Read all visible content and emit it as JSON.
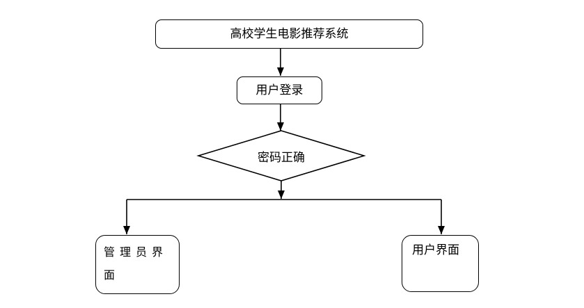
{
  "flowchart": {
    "nodes": {
      "system": {
        "label": "高校学生电影推荐系统",
        "shape": "rounded-rectangle"
      },
      "login": {
        "label": "用户登录",
        "shape": "rounded-rectangle"
      },
      "decision": {
        "label": "密码正确",
        "shape": "diamond"
      },
      "admin": {
        "label": "管理员界面",
        "shape": "rounded-rectangle"
      },
      "user": {
        "label": "用户界面",
        "shape": "rounded-rectangle"
      }
    },
    "edges": [
      {
        "from": "system",
        "to": "login"
      },
      {
        "from": "login",
        "to": "decision"
      },
      {
        "from": "decision",
        "to": "admin"
      },
      {
        "from": "decision",
        "to": "user"
      }
    ],
    "colors": {
      "stroke": "#000000",
      "fill": "#ffffff",
      "text": "#000000",
      "background": "#ffffff"
    }
  }
}
